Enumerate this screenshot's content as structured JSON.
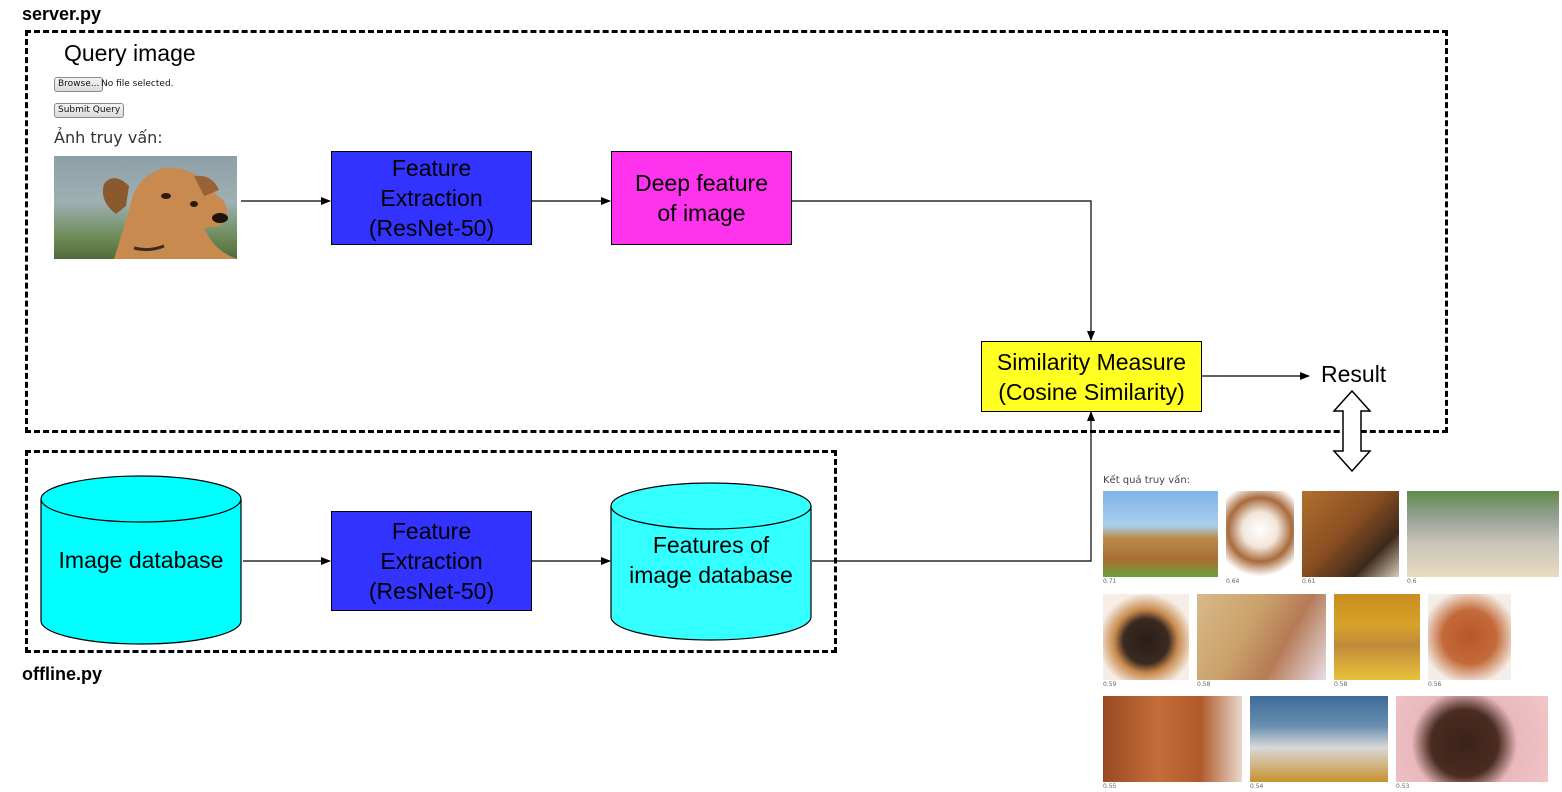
{
  "labels": {
    "server": "server.py",
    "offline": "offline.py"
  },
  "query_panel": {
    "title": "Query image",
    "browse_button": "Browse...",
    "file_status": "No file selected.",
    "submit_button": "Submit Query",
    "query_label": "Ảnh truy vấn:"
  },
  "nodes": {
    "feature_extraction_online": "Feature\nExtraction\n(ResNet-50)",
    "deep_feature": "Deep feature\nof image",
    "similarity": "Similarity Measure\n(Cosine Similarity)",
    "result": "Result",
    "image_database": "Image database",
    "feature_extraction_offline": "Feature\nExtraction\n(ResNet-50)",
    "features_db": "Features of\nimage database"
  },
  "colors": {
    "feature_extraction": "#3333ff",
    "deep_feature": "#ff33ee",
    "similarity": "#ffff22",
    "database": "#00ffff",
    "features_db": "#33ffff"
  },
  "results_panel": {
    "heading": "Kết quả truy vấn:",
    "scores": [
      "0.71",
      "0.64",
      "0.61",
      "0.6",
      "0.59",
      "0.58",
      "0.58",
      "0.56",
      "0.55",
      "0.54",
      "0.53"
    ]
  }
}
